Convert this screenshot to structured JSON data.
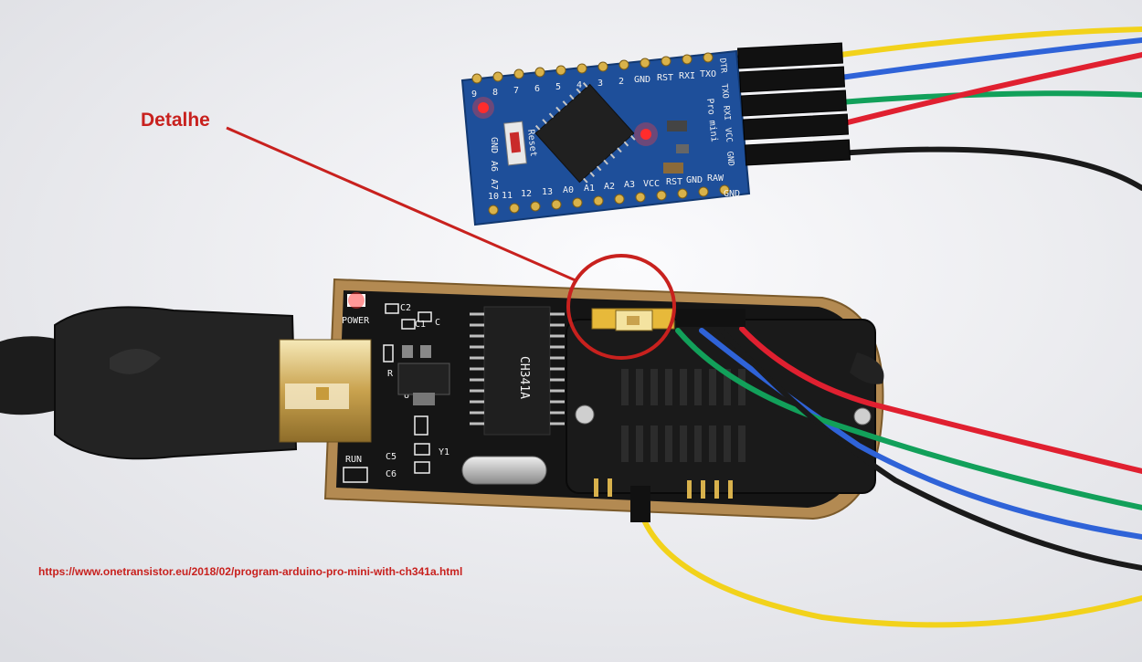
{
  "annotation": {
    "label": "Detalhe",
    "color": "#c8211e"
  },
  "source": {
    "url": "https://www.onetransistor.eu/2018/02/program-arduino-pro-mini-with-ch341a.html"
  },
  "pro_mini": {
    "board_color": "#1e4f9a",
    "top_pins": [
      "9",
      "8",
      "7",
      "6",
      "5",
      "4",
      "3",
      "2",
      "GND",
      "RST",
      "RXI",
      "TXO"
    ],
    "bottom_pins": [
      "10",
      "11",
      "12",
      "13",
      "A0",
      "A1",
      "A2",
      "A3",
      "VCC",
      "RST",
      "GND",
      "RAW"
    ],
    "left_labels": [
      "GND",
      "A6",
      "A7"
    ],
    "side_labels": [
      "DTR",
      "TXO",
      "RXI",
      "VCC",
      "GND"
    ],
    "reset_label": "Reset",
    "model_label": "Pro mini",
    "gnd_label": "GND"
  },
  "programmer": {
    "board_color": "#151515",
    "edge_color": "#b38a52",
    "labels": [
      "POWER",
      "C2",
      "C1",
      "C",
      "R",
      "U",
      "C5",
      "C6",
      "Y1",
      "RUN"
    ],
    "chip_label": "CH341A"
  },
  "wire_colors": {
    "yellow": "#f2d21b",
    "blue": "#2f63d8",
    "green": "#12a05a",
    "red": "#e02030",
    "black": "#1a1a1a"
  }
}
